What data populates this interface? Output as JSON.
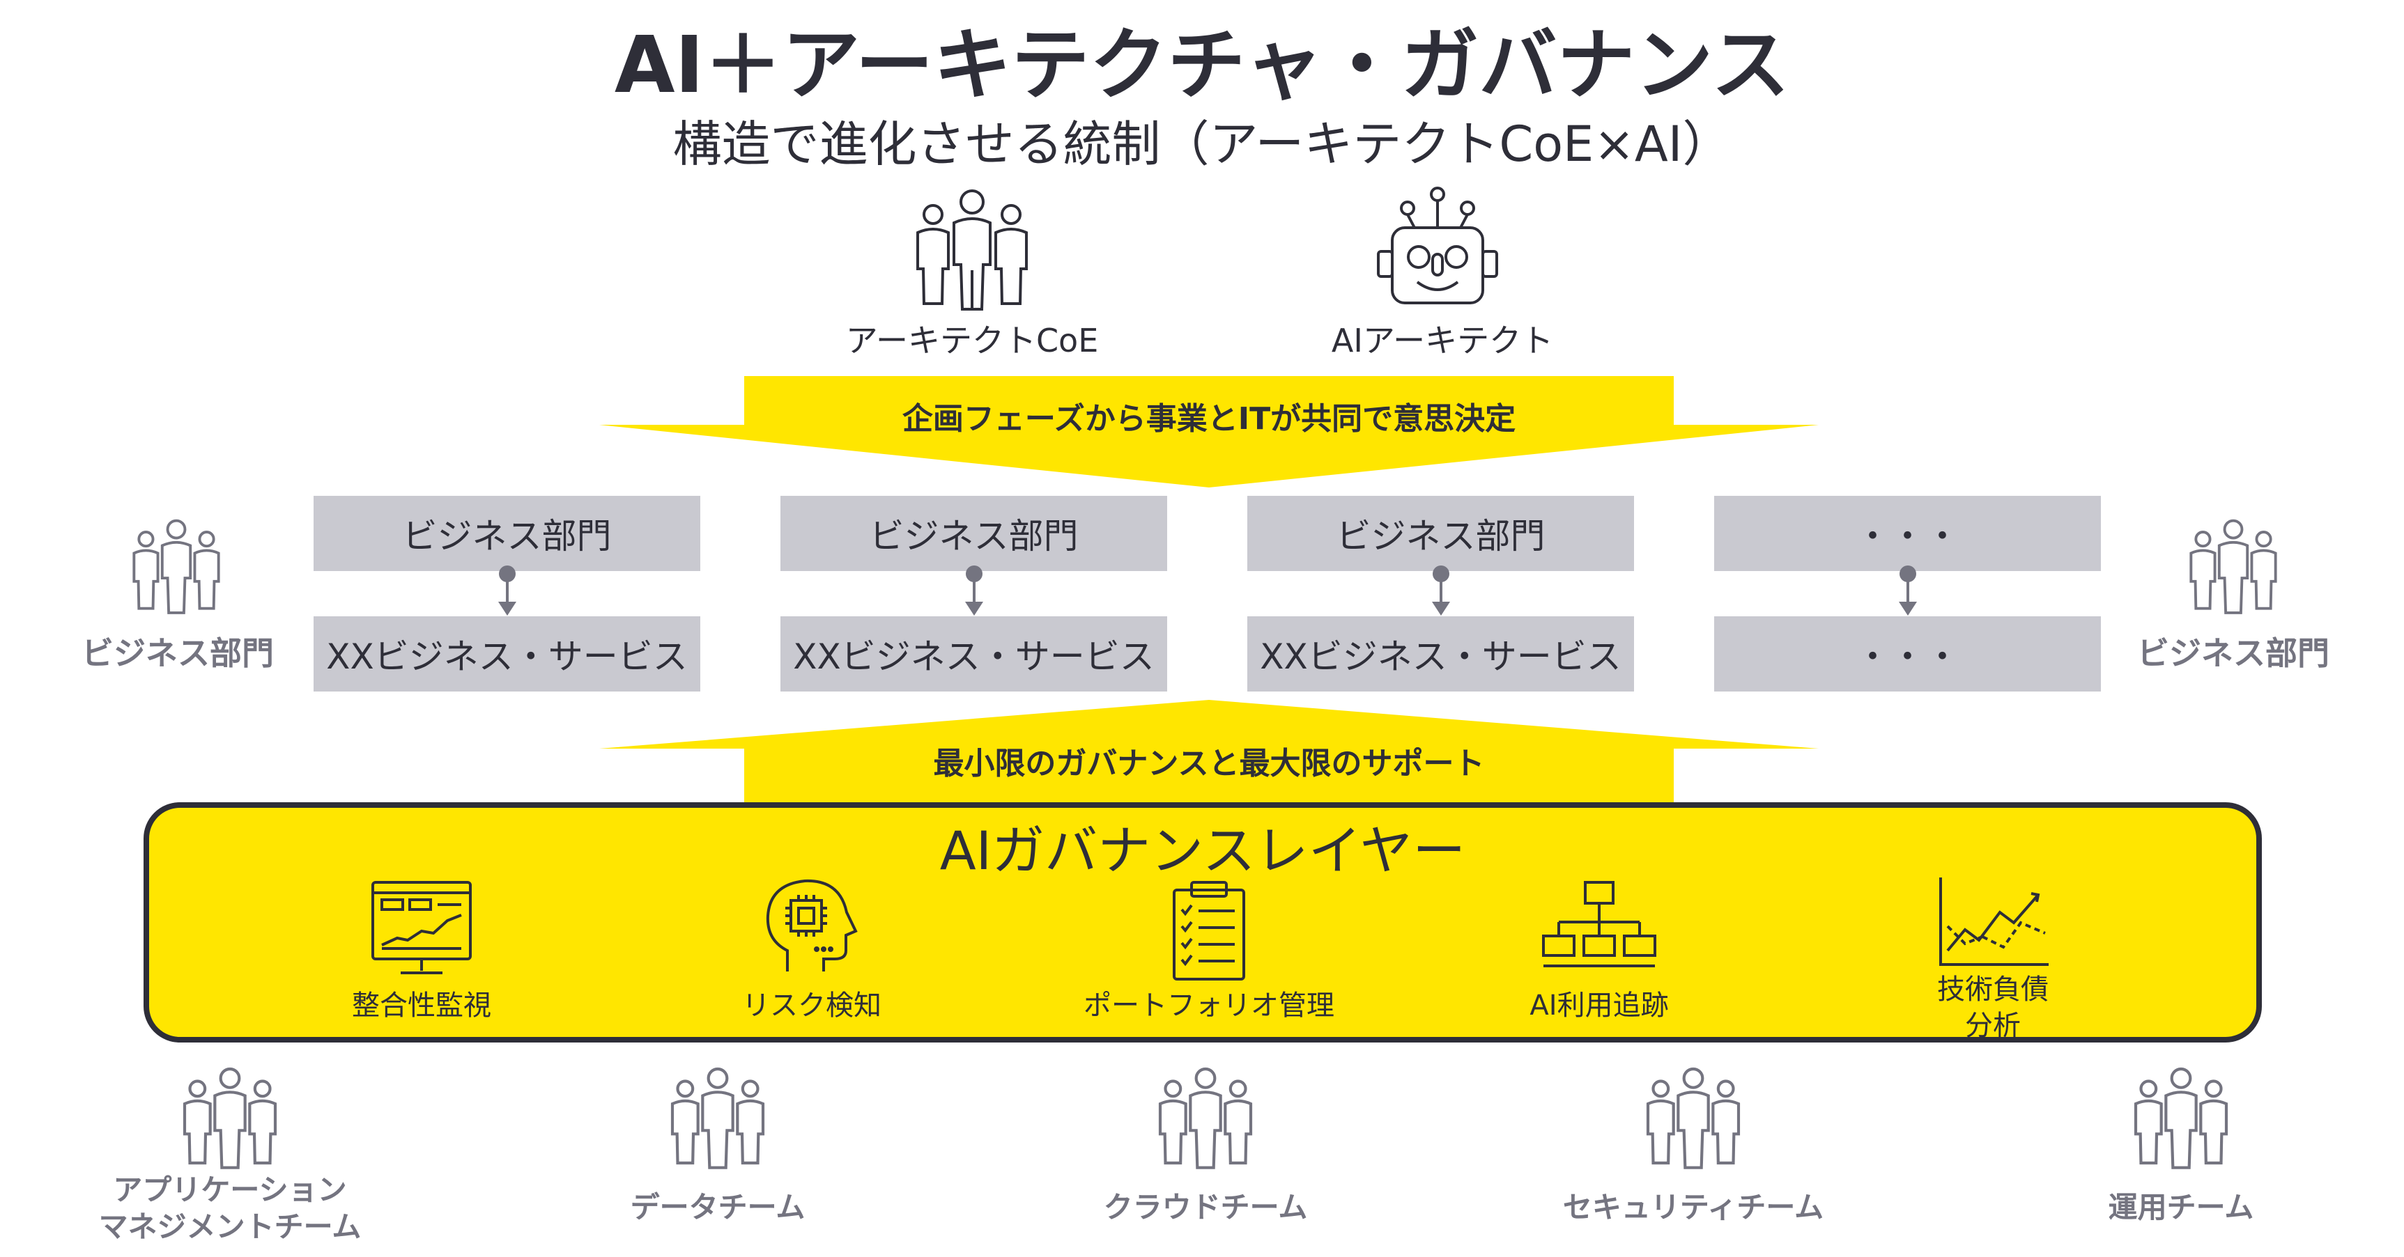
{
  "title": "AI＋アーキテクチャ・ガバナンス",
  "subtitle": "構造で進化させる統制（アーキテクトCoE×AI）",
  "actors": {
    "coe_label": "アーキテクトCoE",
    "ai_label": "AIアーキテクト"
  },
  "top_band": {
    "text": "企画フェーズから事業とITが共同で意思決定"
  },
  "bottom_band": {
    "text": "最小限のガバナンスと最大限のサポート"
  },
  "side_labels": {
    "left": "ビジネス部門",
    "right": "ビジネス部門"
  },
  "business_columns": [
    {
      "dept": "ビジネス部門",
      "service": "XXビジネス・サービス"
    },
    {
      "dept": "ビジネス部門",
      "service": "XXビジネス・サービス"
    },
    {
      "dept": "ビジネス部門",
      "service": "XXビジネス・サービス"
    },
    {
      "dept": "・・・",
      "service": "・・・"
    }
  ],
  "ai_layer": {
    "title": "AIガバナンスレイヤー",
    "capabilities": [
      {
        "label": "整合性監視",
        "icon": "monitor-chart-icon"
      },
      {
        "label": "リスク検知",
        "icon": "head-chip-icon"
      },
      {
        "label": "ポートフォリオ管理",
        "icon": "clipboard-checklist-icon"
      },
      {
        "label": "AI利用追跡",
        "icon": "hierarchy-tree-icon"
      },
      {
        "label": "技術負債\n分析",
        "icon": "line-chart-icon"
      }
    ]
  },
  "teams": [
    {
      "label": "アプリケーション\nマネジメントチーム"
    },
    {
      "label": "データチーム"
    },
    {
      "label": "クラウドチーム"
    },
    {
      "label": "セキュリティチーム"
    },
    {
      "label": "運用チーム"
    }
  ],
  "colors": {
    "accent_yellow": "#ffe600",
    "dark": "#2e2e38",
    "gray_box": "#c9c9d0",
    "gray_text": "#747480"
  }
}
